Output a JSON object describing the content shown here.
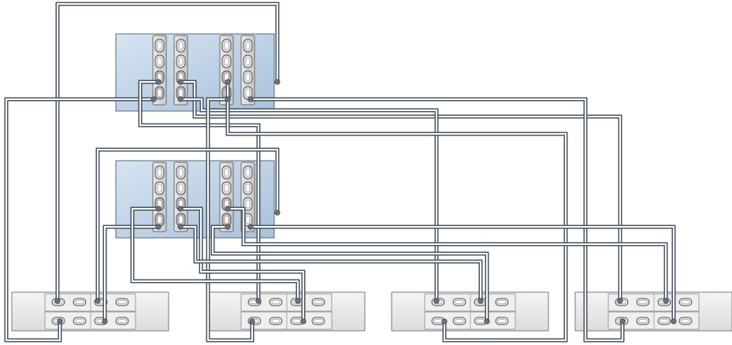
{
  "diagram": {
    "type": "cabling-diagram",
    "controllers": [
      {
        "id": "controller-top",
        "slots": 4,
        "ports_per_slot": 4
      },
      {
        "id": "controller-bottom",
        "slots": 4,
        "ports_per_slot": 4
      }
    ],
    "shelves": [
      {
        "id": "shelf-1",
        "iom_ports": 4
      },
      {
        "id": "shelf-2",
        "iom_ports": 4
      },
      {
        "id": "shelf-3",
        "iom_ports": 4
      },
      {
        "id": "shelf-4",
        "iom_ports": 4
      }
    ],
    "colors": {
      "controller_fill_top": "#c7d8ea",
      "controller_fill_bottom": "#aec6de",
      "controller_border": "#5a6a7a",
      "shelf_fill": "#e9e9e9",
      "shelf_border": "#7a7a7a",
      "cable_outer": "#4a5560",
      "cable_inner": "#ffffff",
      "port_fill": "#e0e0e0",
      "port_border": "#555555"
    }
  }
}
